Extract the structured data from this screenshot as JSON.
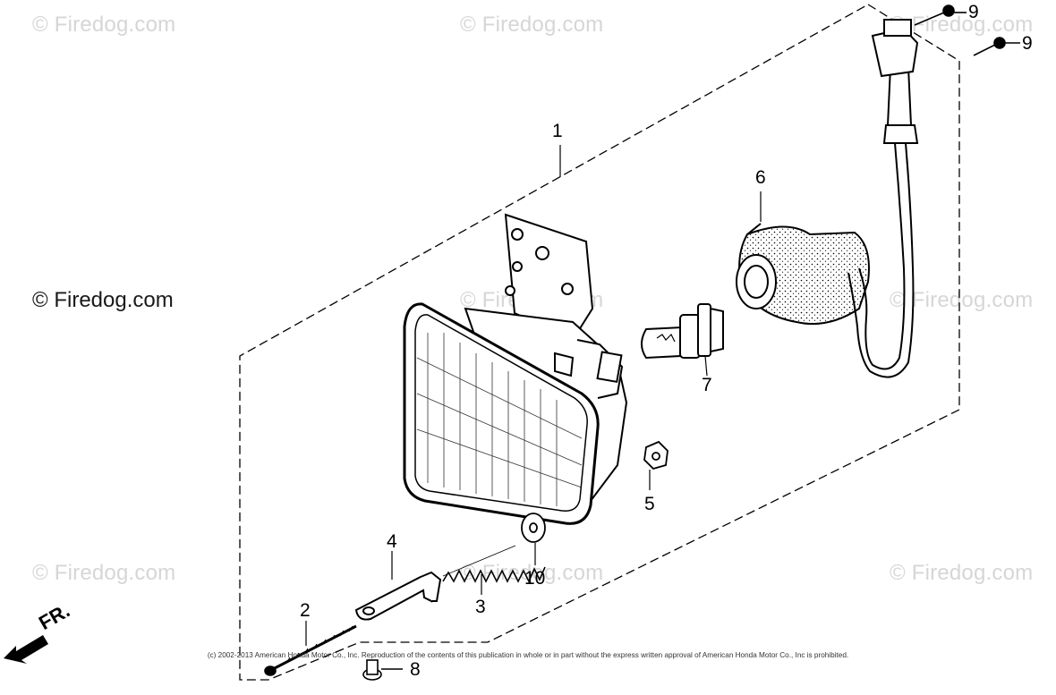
{
  "watermarks": {
    "top_left": "© Firedog.com",
    "top_center": "© Firedog.com",
    "top_right": "© Firedog.com",
    "mid_left": "© Firedog.com",
    "mid_center": "© Firedog.com",
    "mid_right": "© Firedog.com",
    "bottom_left": "© Firedog.com",
    "bottom_center": "© Firedog.com",
    "bottom_right": "© Firedog.com"
  },
  "callouts": {
    "headlight_assembly": "1",
    "adjust_screw": "2",
    "spring": "3",
    "bracket": "4",
    "nut": "5",
    "socket": "6",
    "bulb": "7",
    "bolt": "8",
    "screw_a": "9",
    "screw_b": "9",
    "washer": "10"
  },
  "direction_label": "FR.",
  "copyright": "(c) 2002-2013 American Honda Motor Co., Inc. Reproduction of the contents of this publication in whole or in part without the express written approval of American Honda Motor Co., Inc is prohibited."
}
